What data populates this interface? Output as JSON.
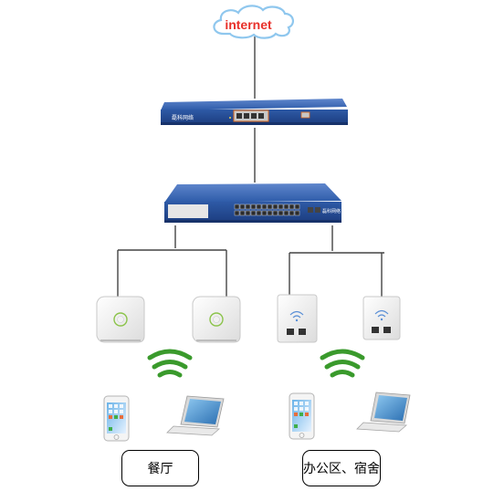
{
  "internet": {
    "text": "internet"
  },
  "router": {
    "brand": "磊科网络"
  },
  "switch": {
    "brand": "磊科网络"
  },
  "ap_ceiling": {
    "brand": ""
  },
  "zones": [
    {
      "label": "餐厅"
    },
    {
      "label": "办公区、宿舍"
    }
  ],
  "colors": {
    "cloud_outline": "#8fc7ee",
    "cloud_text": "#e8302a",
    "device_blue": "#284f98",
    "wifi_green": "#3a9a2c",
    "line": "#444444"
  }
}
